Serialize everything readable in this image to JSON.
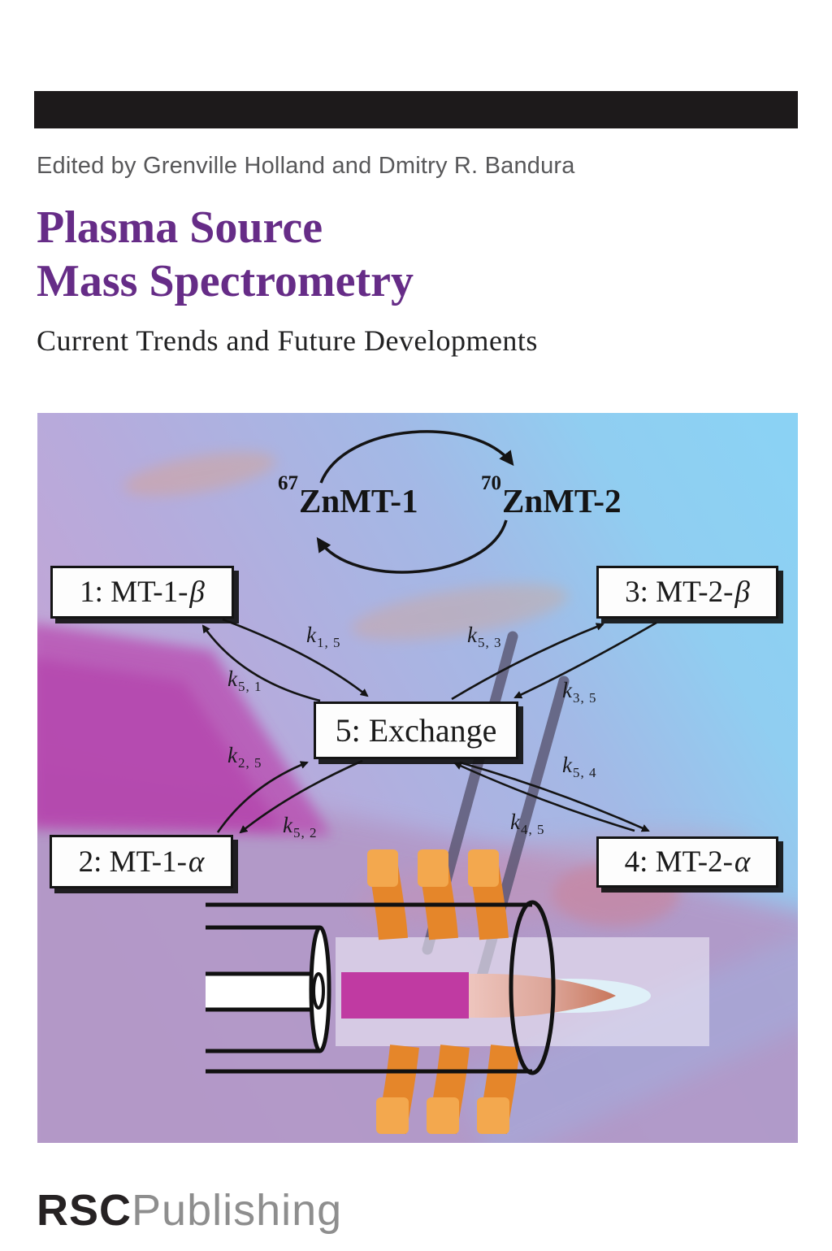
{
  "cover": {
    "edited_by": "Edited by Grenville Holland and Dmitry R. Bandura",
    "title_line1": "Plasma Source",
    "title_line2": "Mass Spectrometry",
    "subtitle": "Current Trends and Future Developments",
    "title_color": "#662c87"
  },
  "figure": {
    "cycle": {
      "left_sup": "67",
      "left_label": "ZnMT-1",
      "right_sup": "70",
      "right_label": "ZnMT-2"
    },
    "nodes": {
      "n1": {
        "prefix": "1:  MT-1-",
        "greek": "β"
      },
      "n2": {
        "prefix": "2:  MT-1-",
        "greek": "α"
      },
      "n3": {
        "prefix": "3:  MT-2-",
        "greek": "β"
      },
      "n4": {
        "prefix": "4:  MT-2-",
        "greek": "α"
      },
      "n5": {
        "prefix": "5:  Exchange",
        "greek": ""
      }
    },
    "rates": {
      "k15": {
        "sym": "k",
        "sub": "1, 5"
      },
      "k51": {
        "sym": "k",
        "sub": "5, 1"
      },
      "k53": {
        "sym": "k",
        "sub": "5, 3"
      },
      "k35": {
        "sym": "k",
        "sub": "3, 5"
      },
      "k25": {
        "sym": "k",
        "sub": "2, 5"
      },
      "k52": {
        "sym": "k",
        "sub": "5, 2"
      },
      "k54": {
        "sym": "k",
        "sub": "5, 4"
      },
      "k45": {
        "sym": "k",
        "sub": "4, 5"
      }
    },
    "palette": {
      "sky_blue": "#8bd2f4",
      "lavender": "#b3aada",
      "muted_purple": "#b298c7",
      "magenta_brush": "#b94fb2",
      "coil_orange": "#e5862a",
      "coil_cap_orange": "#f3a84e",
      "plasma_magenta": "#c03aa2",
      "flame_pink": "#efc4bc",
      "flame_tip": "#c8765a",
      "halo_blue": "#dff0f8"
    }
  },
  "publisher": {
    "brand": "RSC",
    "name": "Publishing"
  }
}
